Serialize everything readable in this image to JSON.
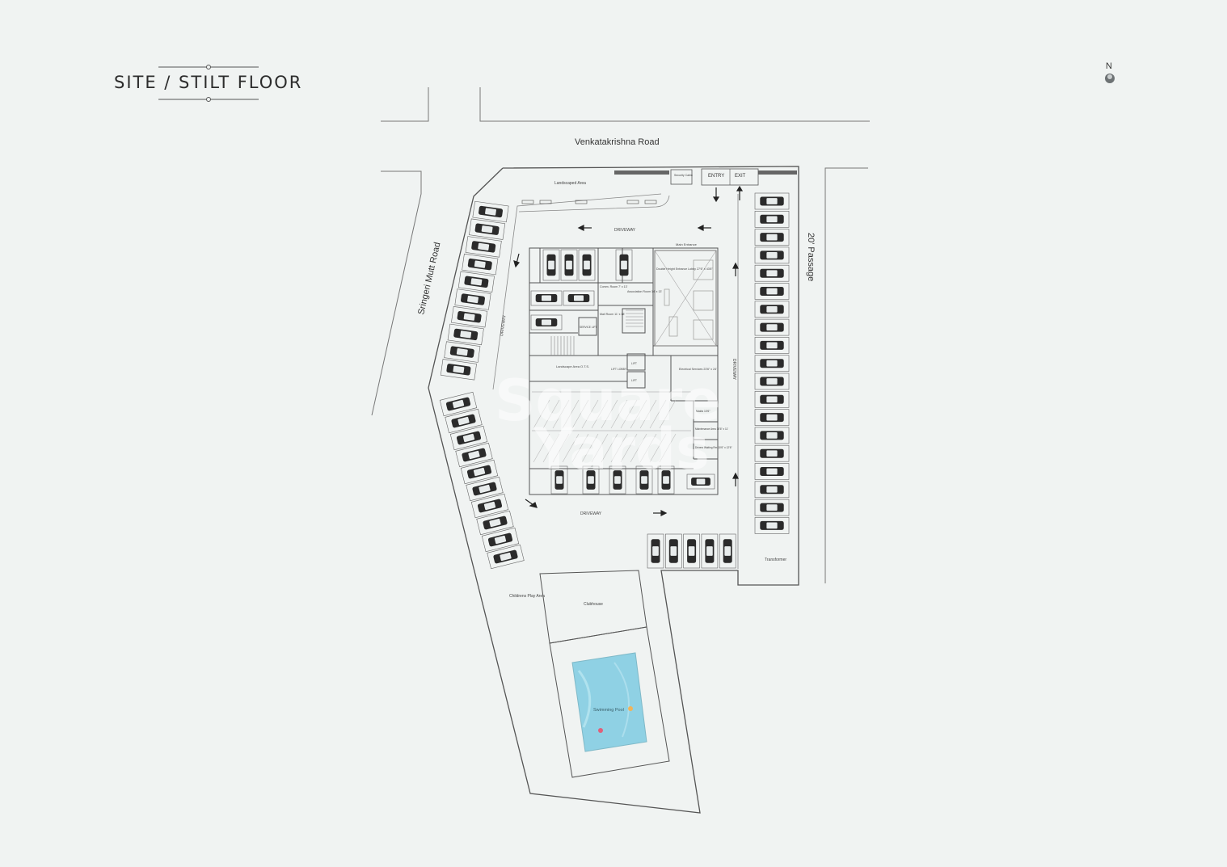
{
  "title": "SITE / STILT FLOOR",
  "north": "N",
  "roads": {
    "top": "Venkatakrishna Road",
    "left": "Sringeri Mutt Road",
    "right": "20' Passage"
  },
  "labels": {
    "entry": "ENTRY",
    "exit": "EXIT",
    "security": "Security Cabin",
    "landscaped": "Landscaped Area",
    "driveway": "DRIVEWAY",
    "main_entrance": "Main Entrance",
    "lobby": "Double Height Entrance Lobby 27'6\" x 43'6\"",
    "comm_room": "Comm. Room 7' x 13'",
    "association": "Association Room 14' x 13'",
    "mail_room": "Mail Room 11' x 18'",
    "service_lift": "SERVICE LIFT",
    "landscape_ots": "Landscape Area O.T.S.",
    "lift_lobby": "LIFT LOBBY",
    "lift": "LIFT",
    "electrical": "Electrical Services 23'6\" x 24'",
    "maids": "Maids 10'6\"",
    "maintenance": "Maintenance Area 10'6\" x 11'",
    "drivers": "Drivers Waiting Rm 10'6\" x 12'6\"",
    "transformer": "Transformer",
    "childrens": "Childrens Play Area",
    "clubhouse": "Clubhouse",
    "pool": "Swimming Pool"
  },
  "watermark": [
    "Square",
    "Yards"
  ],
  "colors": {
    "background": "#f0f3f2",
    "line": "#555555",
    "pool": "#8fd1e4",
    "car": "#2b2b2b"
  }
}
